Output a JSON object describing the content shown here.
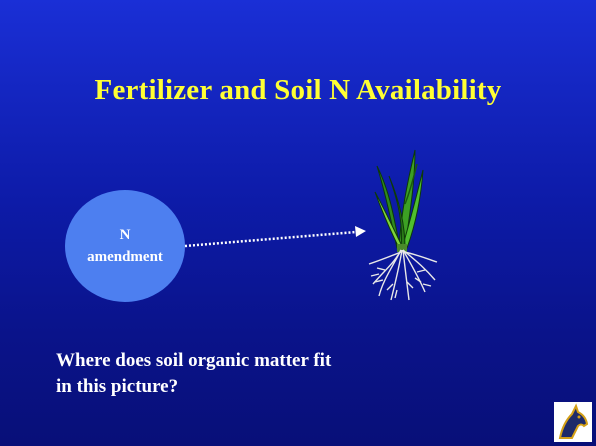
{
  "slide": {
    "title": "Fertilizer and Soil N Availability",
    "ellipse": {
      "line1": "N",
      "line2": "amendment"
    },
    "question": {
      "line1": "Where does soil organic matter fit",
      "line2": "in this picture?"
    }
  },
  "icons": {
    "plant": "plant-with-roots-icon",
    "logo": "horse-head-logo-icon",
    "arrow": "dotted-arrow"
  },
  "colors": {
    "title": "#ffff33",
    "background": "#0d1ba8",
    "ellipse": "#4d7ff0",
    "text": "#ffffff"
  }
}
